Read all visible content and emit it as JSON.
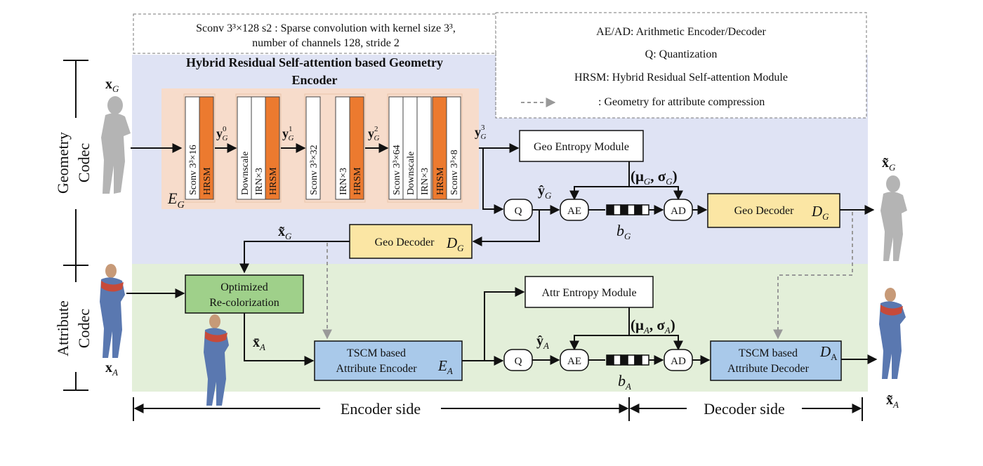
{
  "legend": {
    "sconv_line1": "Sconv 3³×128 s2 : Sparse convolution with kernel size 3³,",
    "sconv_line2": "number of channels 128, stride 2",
    "ae_ad": "AE/AD: Arithmetic Encoder/Decoder",
    "q": "Q: Quantization",
    "hrsm": "HRSM: Hybrid Residual Self-attention Module",
    "geo_attr": ": Geometry for attribute compression"
  },
  "sections": {
    "geometry_codec_line1": "Geometry",
    "geometry_codec_line2": "Codec",
    "attribute_codec_line1": "Attribute",
    "attribute_codec_line2": "Codec"
  },
  "encoder": {
    "title_line1": "Hybrid Residual Self-attention based Geometry",
    "title_line2": "Encoder",
    "label_E": "E",
    "label_E_sub": "G",
    "layers": [
      {
        "text": "Sconv 3³×16",
        "kind": "white"
      },
      {
        "text": "HRSM",
        "kind": "orange"
      },
      {
        "text": "Downscale",
        "kind": "white"
      },
      {
        "text": "IRN×3",
        "kind": "white"
      },
      {
        "text": "HRSM",
        "kind": "orange"
      },
      {
        "text": "Sconv 3³×32",
        "kind": "white"
      },
      {
        "text": "IRN×3",
        "kind": "white"
      },
      {
        "text": "HRSM",
        "kind": "orange"
      },
      {
        "text": "Sconv 3³×64",
        "kind": "white"
      },
      {
        "text": "Downscale",
        "kind": "white"
      },
      {
        "text": "IRN×3",
        "kind": "white"
      },
      {
        "text": "HRSM",
        "kind": "orange"
      },
      {
        "text": "Sconv 3³×8",
        "kind": "white"
      }
    ],
    "y_labels": [
      {
        "base": "y",
        "sub": "G",
        "sup": "0"
      },
      {
        "base": "y",
        "sub": "G",
        "sup": "1"
      },
      {
        "base": "y",
        "sub": "G",
        "sup": "2"
      },
      {
        "base": "y",
        "sub": "G",
        "sup": "3"
      }
    ]
  },
  "geometry": {
    "input_label": "x",
    "input_sub": "G",
    "entropy_module": "Geo Entropy Module",
    "params": "(μ",
    "params_mid": ", σ",
    "params_end": ")",
    "params_sub": "G",
    "q": "Q",
    "yhat": "ŷ",
    "yhat_sub": "G",
    "ae": "AE",
    "ad": "AD",
    "bitstream": "b",
    "bitstream_sub": "G",
    "decoder": "Geo Decoder",
    "decoder_sym": "D",
    "decoder_sub": "G",
    "decoder_enc": "Geo Decoder",
    "decoder_enc_sym": "D",
    "decoder_enc_sub": "G",
    "xtilde": "x̃",
    "xtilde_sub": "G",
    "output_label": "x̃",
    "output_sub": "G"
  },
  "attribute": {
    "recolor_line1": "Optimized",
    "recolor_line2": "Re-colorization",
    "xbar": "x̄",
    "xbar_sub": "A",
    "input_label": "x",
    "input_sub": "A",
    "encoder_line1": "TSCM based",
    "encoder_line2": "Attribute Encoder",
    "encoder_sym": "E",
    "encoder_sub": "A",
    "entropy_module": "Attr Entropy Module",
    "params": "(μ",
    "params_mid": ", σ",
    "params_end": ")",
    "params_sub": "A",
    "q": "Q",
    "yhat": "ŷ",
    "yhat_sub": "A",
    "ae": "AE",
    "ad": "AD",
    "bitstream": "b",
    "bitstream_sub": "A",
    "decoder_line1": "TSCM based",
    "decoder_line2": "Attribute Decoder",
    "decoder_sym": "D",
    "decoder_sub": "A",
    "output_label": "x̃",
    "output_sub": "A"
  },
  "sides": {
    "encoder": "Encoder side",
    "decoder": "Decoder side"
  },
  "colors": {
    "geometry_bg": "#dfe3f4",
    "attribute_bg": "#e3efd9",
    "encoder_bg": "#f7dccb",
    "hrsm": "#ec7a2f",
    "geo_decoder": "#fbe6a4",
    "recolor": "#9fd08a",
    "tscm": "#a9c9ea",
    "silhouette": "#b4b4b4"
  }
}
